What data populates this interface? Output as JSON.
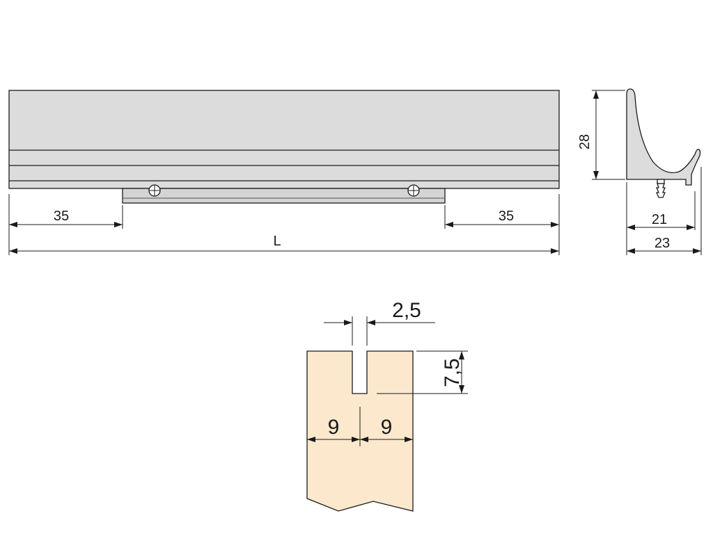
{
  "colors": {
    "profile_fill": "#dcdcdd",
    "plate_fill": "#d4d4d5",
    "board_fill": "#fbe8cd",
    "line": "#1a1a1a"
  },
  "front_view": {
    "dim_left": "35",
    "dim_right": "35",
    "dim_length": "L"
  },
  "side_view": {
    "dim_height": "28",
    "dim_inner_width": "21",
    "dim_outer_width": "23"
  },
  "groove_detail": {
    "dim_groove_width": "2,5",
    "dim_groove_depth": "7,5",
    "dim_left_offset": "9",
    "dim_right_offset": "9"
  }
}
